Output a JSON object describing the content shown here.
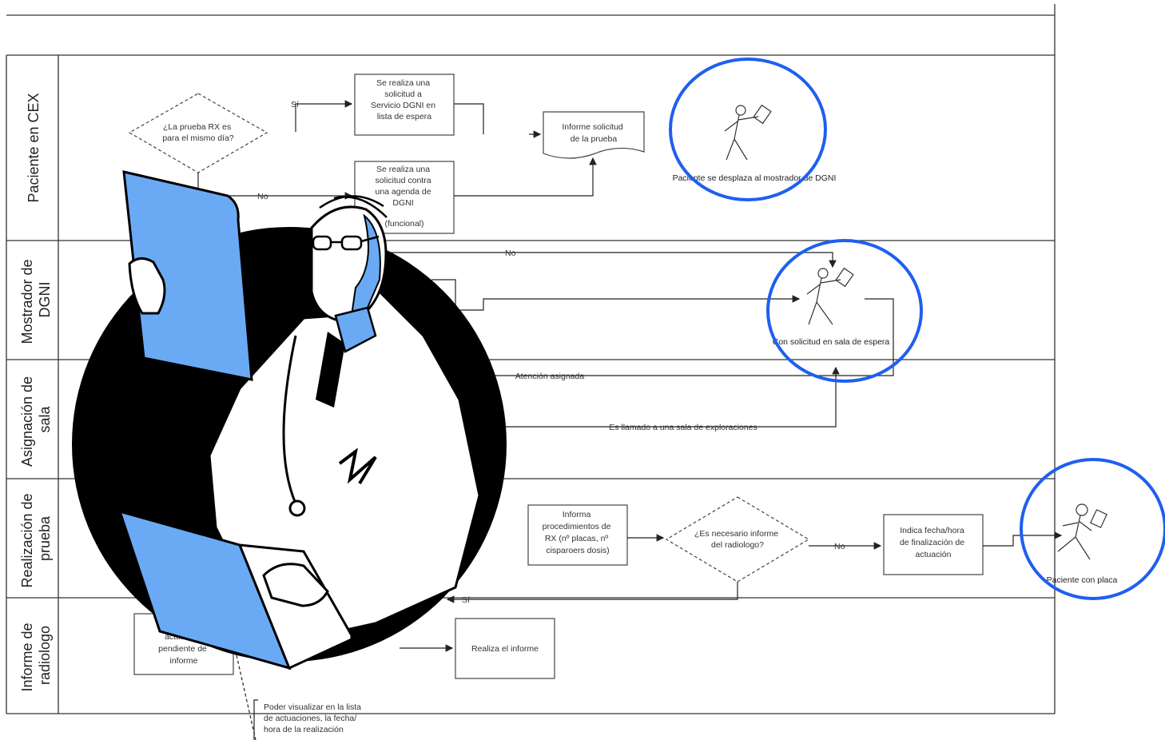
{
  "lanes": [
    {
      "label_lines": [
        "Paciente en CEX"
      ]
    },
    {
      "label_lines": [
        "Mostrador de",
        "DGNI"
      ]
    },
    {
      "label_lines": [
        "Asignación de",
        "sala"
      ]
    },
    {
      "label_lines": [
        "Realización de",
        "prueba"
      ]
    },
    {
      "label_lines": [
        "Informe de",
        "radiologo"
      ]
    }
  ],
  "nodes": {
    "decision_mismo_dia": [
      "¿La prueba RX es",
      "para el mismo día?"
    ],
    "solicitud_lista_espera": [
      "Se realiza una",
      "solicitud a",
      "Servicio DGNI en",
      "lista de espera"
    ],
    "solicitud_agenda": [
      "Se realiza una",
      "solicitud contra",
      "una agenda de",
      "DGNI",
      "(funcional)"
    ],
    "informe_solicitud": [
      "Informe solicitud",
      "de la prueba"
    ],
    "informa_procedimientos": [
      "Informa",
      "procedimientos de",
      "RX (nº placas, nº",
      "cisparoers dosis)"
    ],
    "decision_informe_radiologo": [
      "¿Es necesario informe",
      "del radiologo?"
    ],
    "indica_fecha": [
      "Indica fecha/hora",
      "de finalización de",
      "actuación"
    ],
    "actuacion_pendiente": [
      "actuación",
      "pendiente de",
      "informe"
    ],
    "realiza_informe": [
      "Realiza el informe"
    ],
    "nota_visualizar": [
      "Poder visualizar en la lista",
      "de actuaciones, la fecha/",
      "hora de la realización"
    ]
  },
  "edge_labels": {
    "si_top": "Sí",
    "no_top": "No",
    "no_mostrador": "No",
    "atencion_asignada": "Atención asignada",
    "llamado_sala": "Es llamado a una sala de exploraciones",
    "no_informe": "No",
    "si_informe": "Sí"
  },
  "figures": {
    "paciente_desplaza": "Paciente se desplaza al mostrador de DGNI",
    "con_solicitud": "Con solicitud en sala de espera",
    "paciente_placa": "Paciente con placa"
  },
  "colors": {
    "highlight": "#1f5ff0",
    "illustration_blue": "#6aaaf4",
    "illustration_dark": "#000000"
  },
  "illustrations": [
    "doctor-reading-xray-illustration"
  ]
}
